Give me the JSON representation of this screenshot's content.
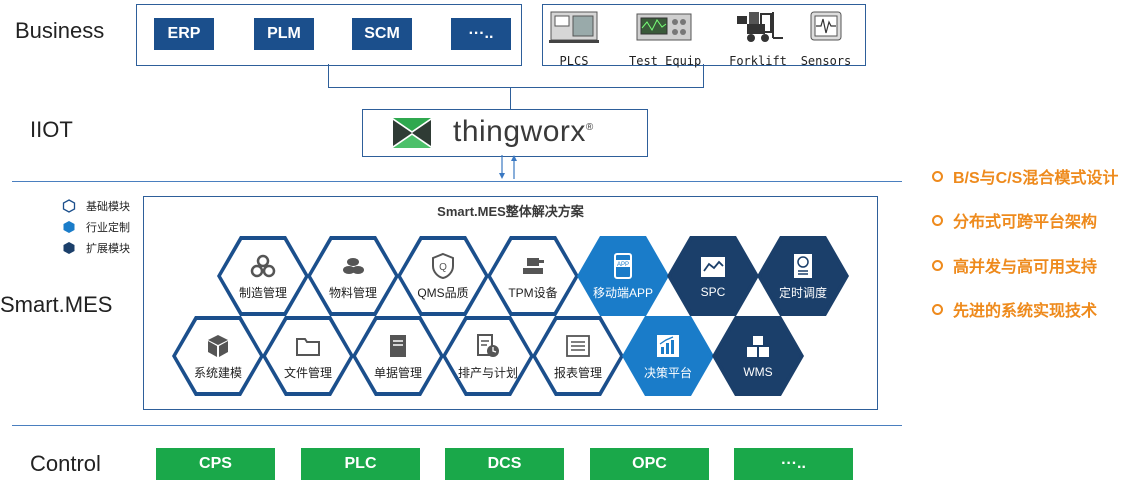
{
  "layers": {
    "business": "Business",
    "iiot": "IIOT",
    "smart_mes": "Smart.MES",
    "control": "Control"
  },
  "business_systems": [
    "ERP",
    "PLM",
    "SCM",
    "···.."
  ],
  "devices": [
    {
      "label": "PLCS",
      "icon": "cnc-machine-icon"
    },
    {
      "label": "Test Equip",
      "icon": "test-equipment-icon"
    },
    {
      "label": "Forklift",
      "icon": "forklift-icon"
    },
    {
      "label": "Sensors",
      "icon": "sensor-icon"
    }
  ],
  "iiot_platform": {
    "name": "thingworx",
    "mark": "®"
  },
  "legend": [
    {
      "label": "基础模块",
      "style": "outline"
    },
    {
      "label": "行业定制",
      "style": "filled-light"
    },
    {
      "label": "扩展模块",
      "style": "filled-dark"
    }
  ],
  "mes": {
    "title": "Smart.MES整体解决方案",
    "modules_row1": [
      {
        "label": "制造管理",
        "kind": "basic",
        "icon": "gears-icon"
      },
      {
        "label": "物料管理",
        "kind": "basic",
        "icon": "materials-icon"
      },
      {
        "label": "QMS品质",
        "kind": "basic",
        "icon": "quality-shield-icon"
      },
      {
        "label": "TPM设备",
        "kind": "basic",
        "icon": "equipment-icon"
      },
      {
        "label": "移动端APP",
        "kind": "industry",
        "icon": "mobile-app-icon"
      },
      {
        "label": "SPC",
        "kind": "ext",
        "icon": "spc-chart-icon"
      },
      {
        "label": "定时调度",
        "kind": "ext",
        "icon": "schedule-icon"
      }
    ],
    "modules_row2": [
      {
        "label": "系统建模",
        "kind": "basic",
        "icon": "cube-icon"
      },
      {
        "label": "文件管理",
        "kind": "basic",
        "icon": "folder-icon"
      },
      {
        "label": "单据管理",
        "kind": "basic",
        "icon": "document-icon"
      },
      {
        "label": "排产与计划",
        "kind": "basic",
        "icon": "plan-clock-icon"
      },
      {
        "label": "报表管理",
        "kind": "basic",
        "icon": "report-list-icon"
      },
      {
        "label": "决策平台",
        "kind": "industry",
        "icon": "bar-chart-icon"
      },
      {
        "label": "WMS",
        "kind": "ext",
        "icon": "boxes-icon"
      }
    ]
  },
  "control_systems": [
    "CPS",
    "PLC",
    "DCS",
    "OPC",
    "···.."
  ],
  "features": [
    "B/S与C/S混合模式设计",
    "分布式可跨平台架构",
    "高并发与高可用支持",
    "先进的系统实现技术"
  ],
  "colors": {
    "basic_border": "#1b4f8c",
    "industry": "#1a7cc9",
    "extension": "#1b3f6a",
    "control_green": "#1aa84a",
    "feature_orange": "#ee8a1c"
  }
}
